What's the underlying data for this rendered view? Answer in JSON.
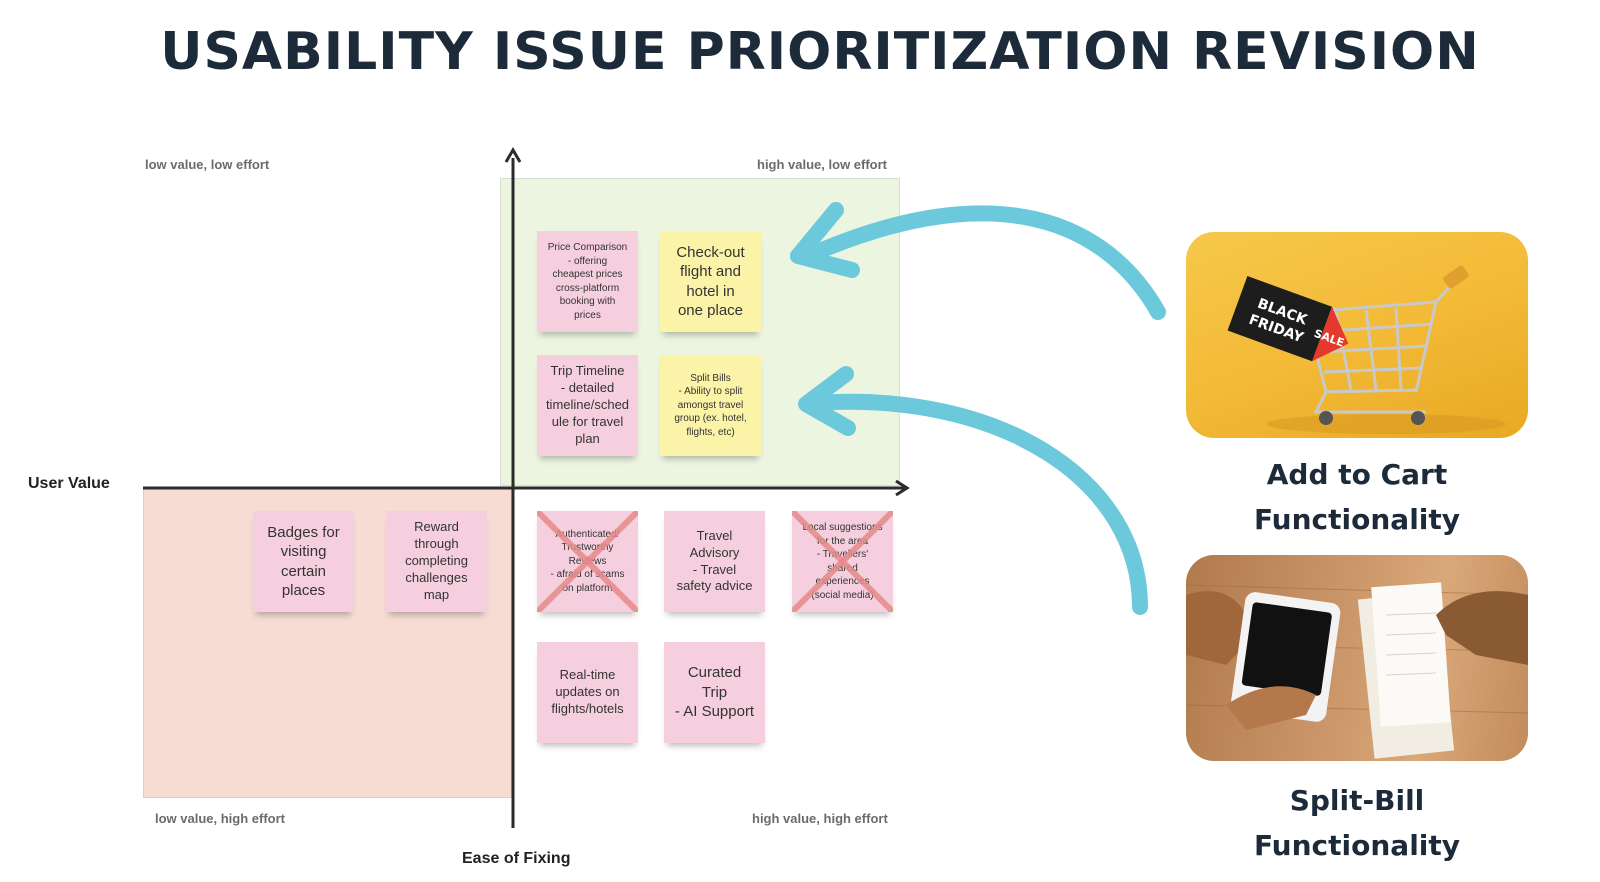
{
  "title": "USABILITY ISSUE PRIORITIZATION REVISION",
  "matrix": {
    "y_axis_label": "User Value",
    "x_axis_label": "Ease of Fixing",
    "quadrants": {
      "top_left": "low value, low effort",
      "top_right": "high value, low effort",
      "bottom_left": "low value, high effort",
      "bottom_right": "high value, high effort"
    },
    "colors": {
      "high_value_low_effort_bg": "#ebf5e0",
      "low_value_high_effort_bg": "#f6dcd3",
      "pink_note": "#f6cfdf",
      "yellow_note": "#fbf4a8",
      "arrow": "#6cc9dc",
      "cross": "#e58a8a"
    }
  },
  "notes": {
    "price_comparison": "Price Comparison\n- offering\ncheapest prices\ncross-platform\nbooking with\nprices",
    "checkout": "Check-out\nflight and\nhotel in\none place",
    "trip_timeline": "Trip Timeline\n- detailed\ntimeline/sched\nule for travel\nplan",
    "split_bills": "Split Bills\n- Ability to split\namongst travel\ngroup (ex. hotel,\nflights, etc)",
    "badges": "Badges for\nvisiting\ncertain\nplaces",
    "reward": "Reward\nthrough\ncompleting\nchallenges\nmap",
    "authenticated_reviews": "Authenticated/\nTrustworthy\nReviews\n- afraid of scams\non platform",
    "travel_advisory": "Travel\nAdvisory\n- Travel\nsafety advice",
    "local_suggestions": "Local suggestions\nfor the area\n- Travellers'\nshared\nexperiences\n(social media)",
    "realtime_updates": "Real-time\nupdates on\nflights/hotels",
    "curated_trip": "Curated\nTrip\n- AI Support"
  },
  "features": {
    "cart_caption": "Add to Cart\nFunctionality",
    "bill_caption": "Split-Bill\nFunctionality",
    "cart_tag_text": "BLACK\nFRIDAY",
    "cart_sale_text": "SALE"
  }
}
